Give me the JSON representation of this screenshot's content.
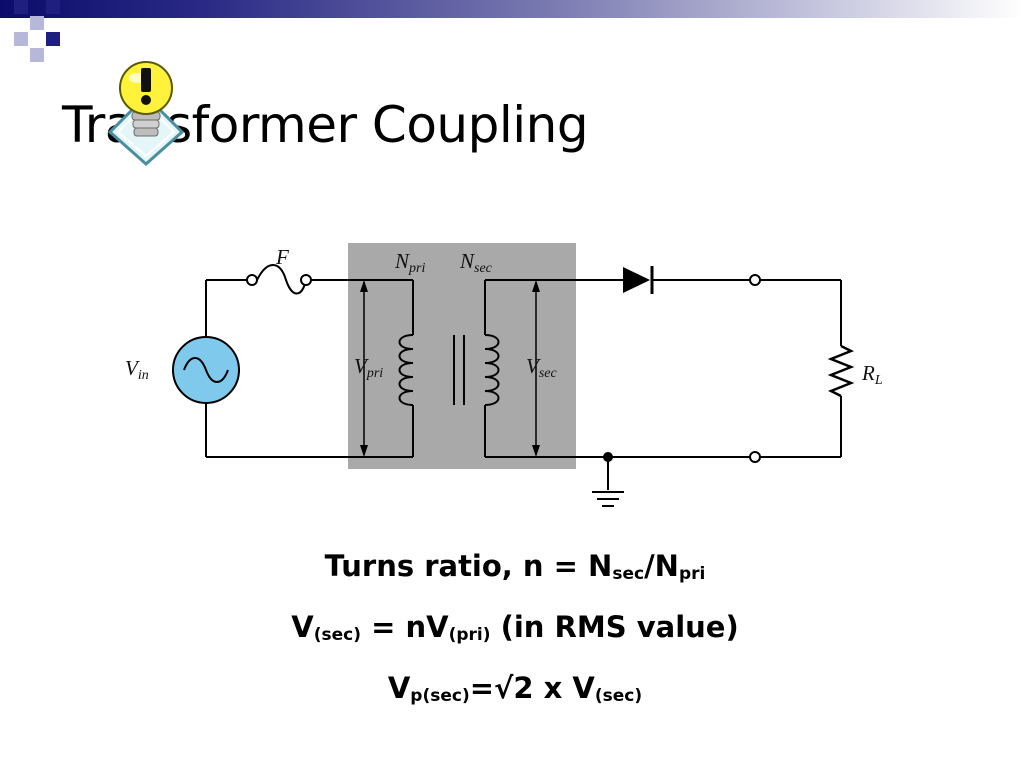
{
  "slide": {
    "title": "Transformer Coupling",
    "title_obscured_by": "lightbulb-warning-icon"
  },
  "theme": {
    "header_bar_colors": [
      "#0b0b6b",
      "#7d7db3",
      "#ffffff"
    ],
    "accent_square_dark": "#1f1f80",
    "accent_square_light": "#b7b7d9"
  },
  "diagram": {
    "fuse": {
      "label": "F"
    },
    "source": {
      "label_main": "V",
      "label_sub": "in",
      "color": "#7fc9ec"
    },
    "transformer": {
      "core_shading": "#a9a9a9",
      "primary_turns": {
        "main": "N",
        "sub": "pri"
      },
      "secondary_turns": {
        "main": "N",
        "sub": "sec"
      },
      "primary_voltage": {
        "main": "V",
        "sub": "pri"
      },
      "secondary_voltage": {
        "main": "V",
        "sub": "sec"
      }
    },
    "diode": {
      "symbol": "diode"
    },
    "load": {
      "label_main": "R",
      "label_sub": "L"
    },
    "ground": {
      "symbol": "ground"
    }
  },
  "formulas": {
    "turns_ratio": {
      "prefix": "Turns ratio, n = N",
      "sub1": "sec",
      "mid": "/N",
      "sub2": "pri"
    },
    "rms": {
      "v1": "V",
      "sub1": "(sec)",
      "mid": " = nV",
      "sub2": "(pri)",
      "suffix": " (in RMS value)"
    },
    "peak": {
      "v1": "V",
      "sub1": "p(sec)",
      "mid": "=√2 x V",
      "sub2": "(sec)"
    }
  }
}
